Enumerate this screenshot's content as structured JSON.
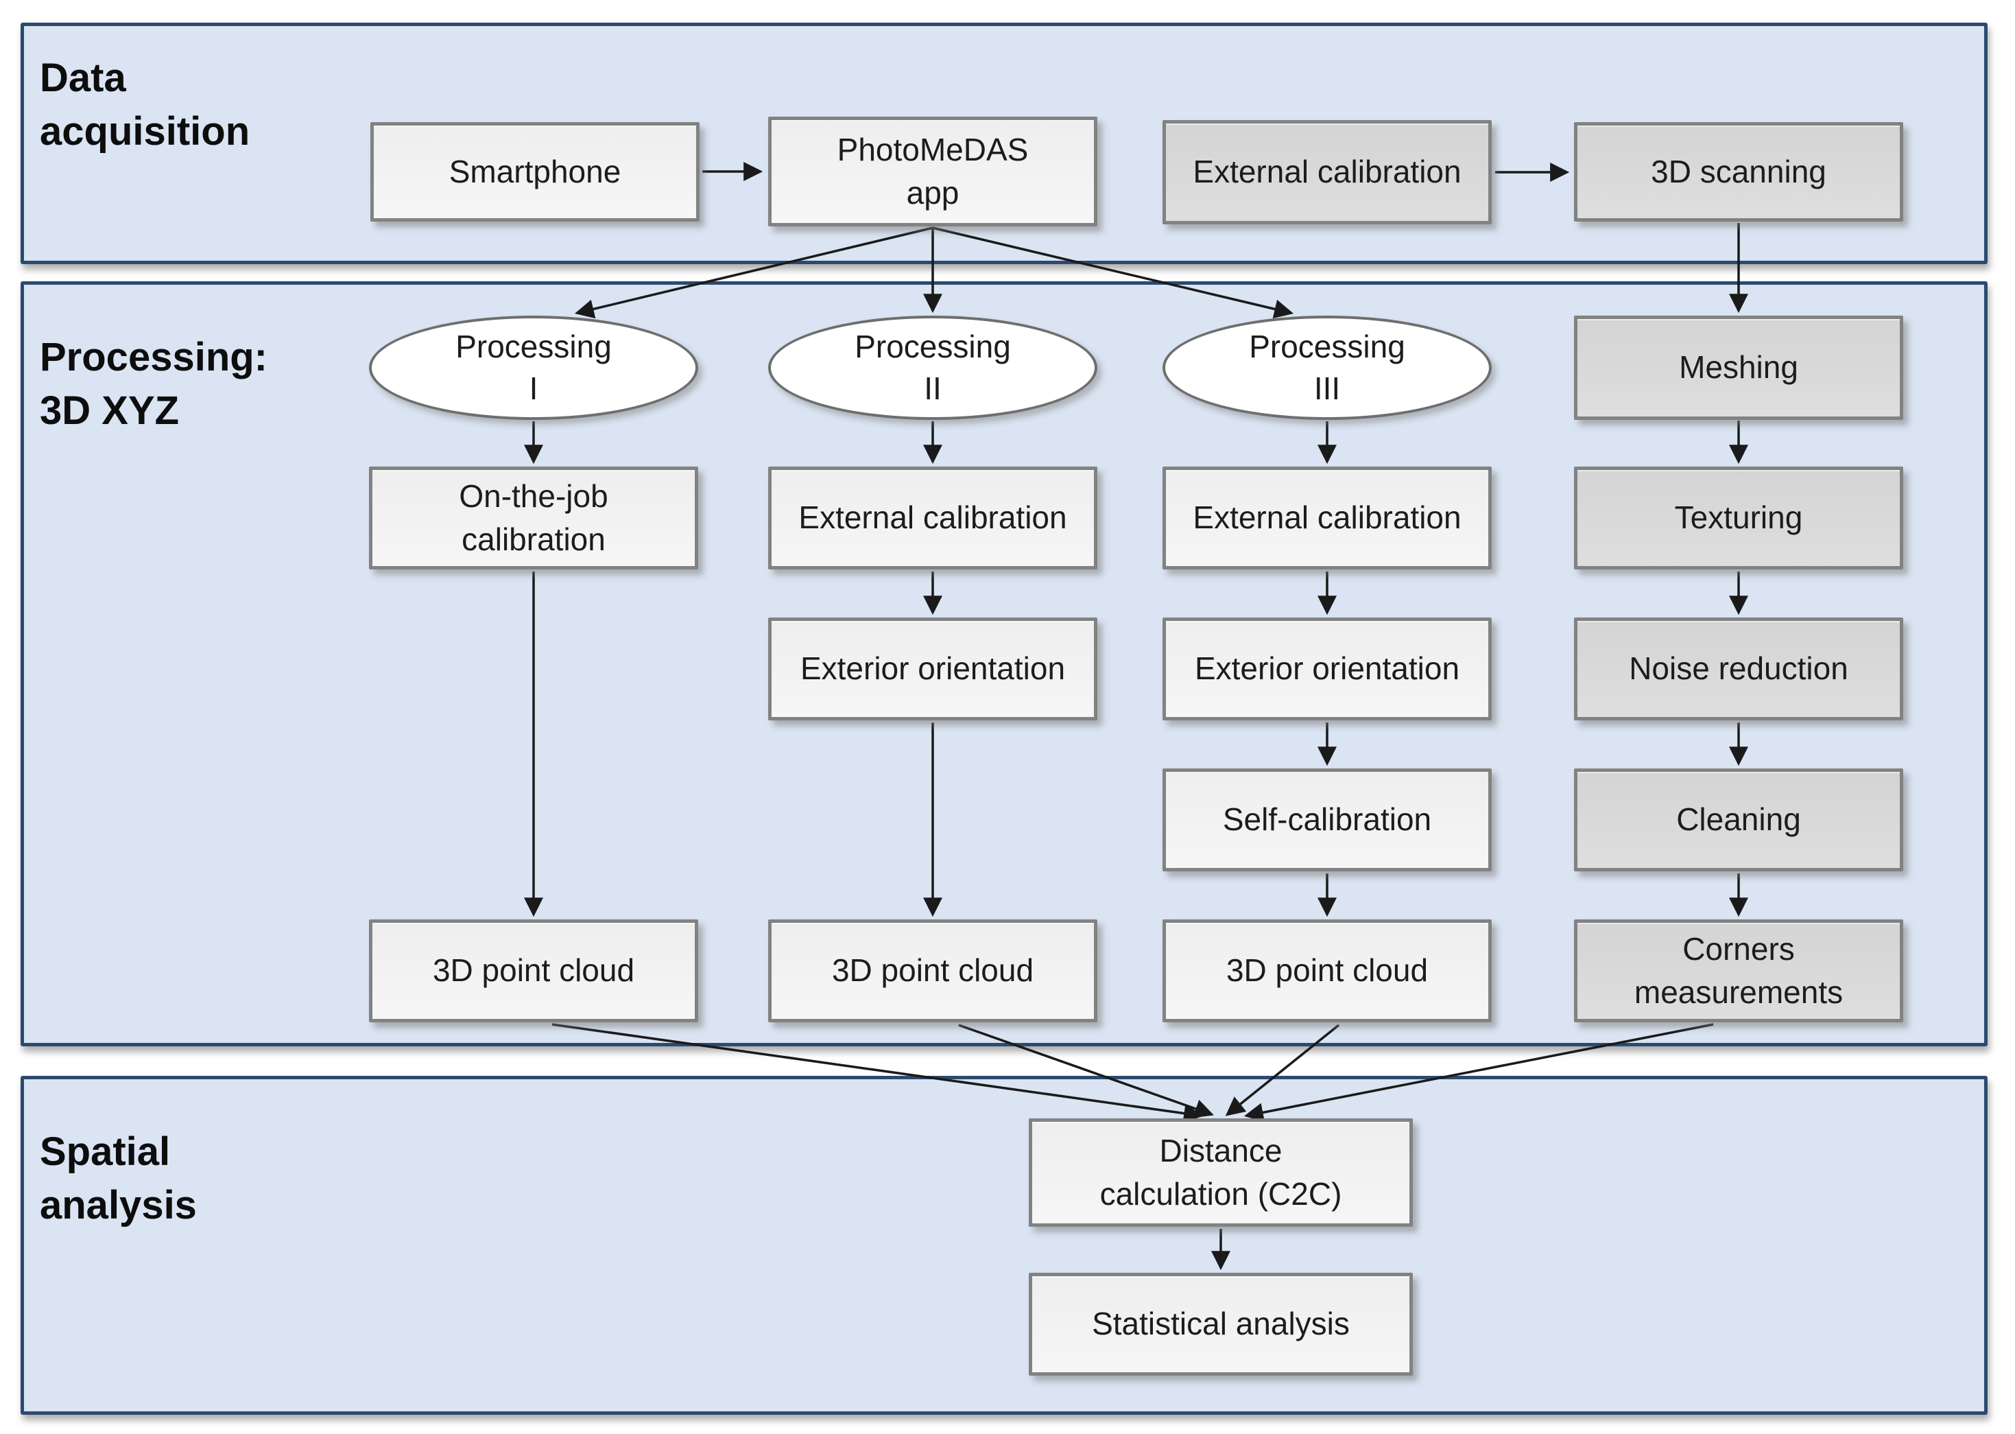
{
  "colors": {
    "section_fill": "#dae4f2",
    "section_border": "#2b4a70",
    "box_light_fill": "#f2f2f2",
    "box_dark_fill": "#d9d9d9",
    "box_border": "#828282",
    "ellipse_fill": "#ffffff",
    "arrow": "#1a1a1a",
    "text": "#1c1c1c"
  },
  "sections": [
    {
      "id": "data-acquisition",
      "title": "Data acquisition"
    },
    {
      "id": "processing",
      "title": "Processing: 3D XYZ"
    },
    {
      "id": "spatial-analysis",
      "title": "Spatial analysis"
    }
  ],
  "nodes": {
    "smartphone": {
      "label": "Smartphone",
      "variant": "light"
    },
    "photomedas_app": {
      "line1": "PhotoMeDAS",
      "line2": "app",
      "variant": "light"
    },
    "external_calibration_acq": {
      "label": "External calibration",
      "variant": "dark"
    },
    "scanning_3d": {
      "label": "3D scanning",
      "variant": "dark"
    },
    "processing_i": {
      "line1": "Processing",
      "line2": "I"
    },
    "processing_ii": {
      "line1": "Processing",
      "line2": "II"
    },
    "processing_iii": {
      "line1": "Processing",
      "line2": "III"
    },
    "on_the_job_calibration": {
      "label": "On-the-job calibration",
      "variant": "light"
    },
    "external_calibration_ii": {
      "label": "External calibration",
      "variant": "light"
    },
    "external_calibration_iii": {
      "label": "External calibration",
      "variant": "light"
    },
    "exterior_orientation_ii": {
      "label": "Exterior orientation",
      "variant": "light"
    },
    "exterior_orientation_iii": {
      "label": "Exterior orientation",
      "variant": "light"
    },
    "self_calibration": {
      "label": "Self-calibration",
      "variant": "light"
    },
    "point_cloud_i": {
      "label": "3D point cloud",
      "variant": "light"
    },
    "point_cloud_ii": {
      "label": "3D point cloud",
      "variant": "light"
    },
    "point_cloud_iii": {
      "label": "3D point cloud",
      "variant": "light"
    },
    "meshing": {
      "label": "Meshing",
      "variant": "dark"
    },
    "texturing": {
      "label": "Texturing",
      "variant": "dark"
    },
    "noise_reduction": {
      "label": "Noise reduction",
      "variant": "dark"
    },
    "cleaning": {
      "label": "Cleaning",
      "variant": "dark"
    },
    "corners_measurements": {
      "label": "Corners measurements",
      "variant": "dark"
    },
    "distance_calculation": {
      "line1": "Distance",
      "line2": "calculation (C2C)",
      "variant": "light"
    },
    "statistical_analysis": {
      "label": "Statistical analysis",
      "variant": "light"
    }
  }
}
